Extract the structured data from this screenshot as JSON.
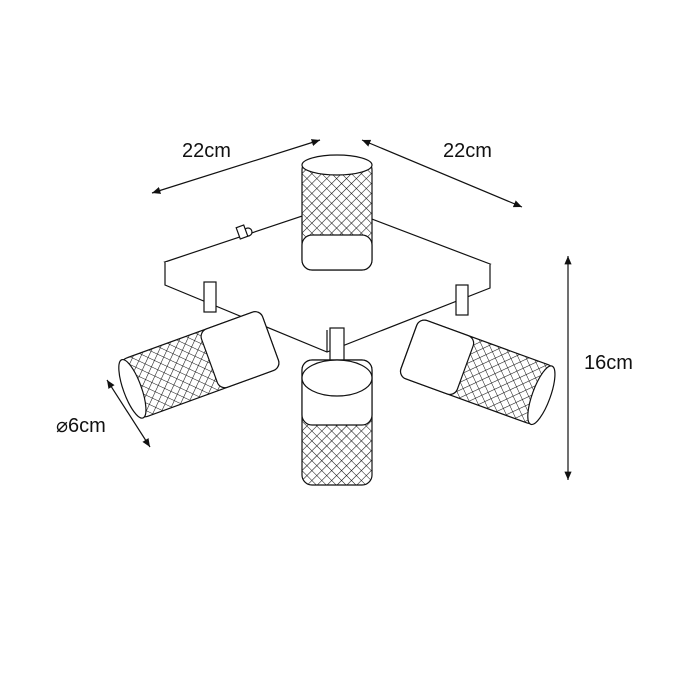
{
  "dimensions": {
    "width_left": "22cm",
    "width_right": "22cm",
    "height": "16cm",
    "diameter": "⌀6cm"
  },
  "colors": {
    "line": "#111111",
    "background": "#ffffff"
  }
}
